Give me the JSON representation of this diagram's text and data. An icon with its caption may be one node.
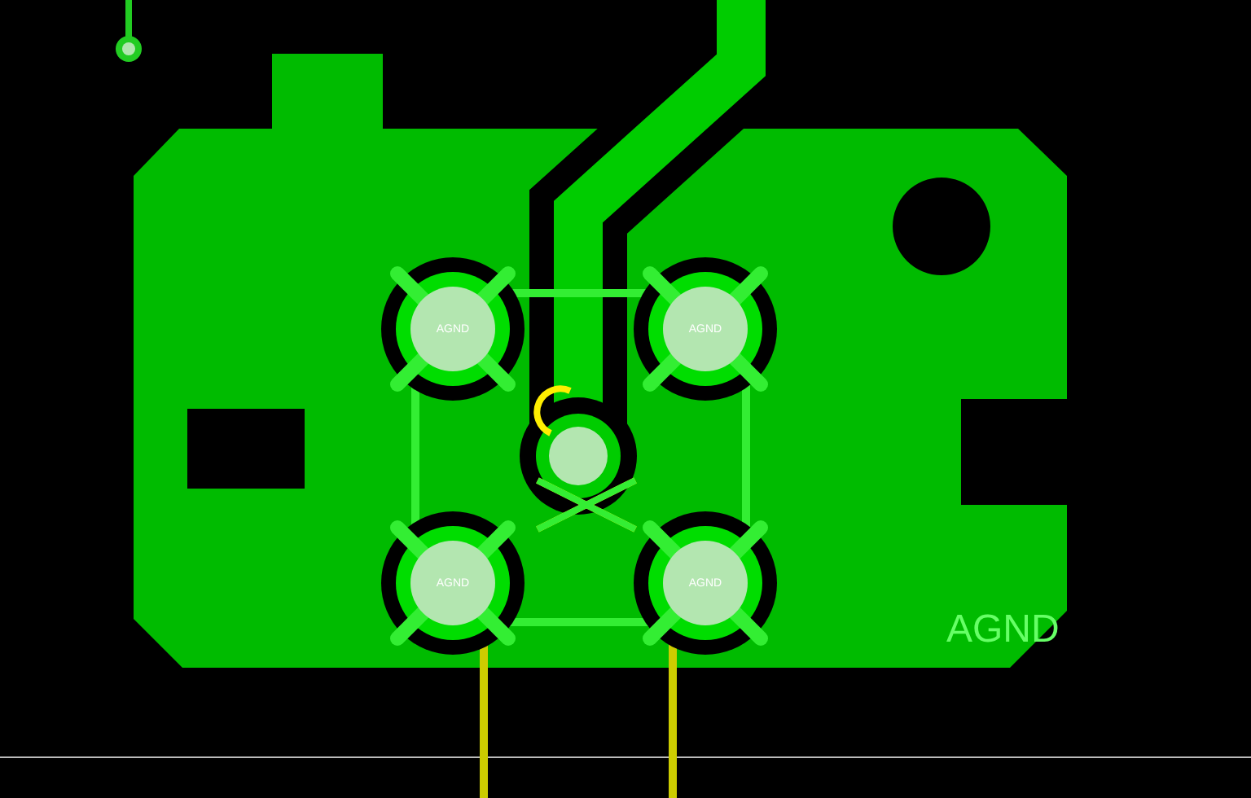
{
  "diagram": {
    "nodes": [
      {
        "text": [
          "AGND"
        ]
      },
      {
        "text": [
          "AGND"
        ]
      },
      {
        "text": [
          "AGND"
        ]
      },
      {
        "text": [
          "AGND"
        ]
      }
    ],
    "labels": [
      "AGND"
    ]
  }
}
